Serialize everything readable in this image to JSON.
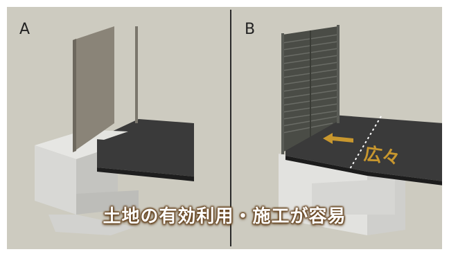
{
  "panels": {
    "a_label": "A",
    "b_label": "B"
  },
  "widen_label": "広々",
  "caption": "土地の有効利用・施工が容易",
  "colors": {
    "background": "#cdcbc0",
    "concrete": "#dcdcd9",
    "dark_surface": "#3a3a3a",
    "fence": "#4a4c46",
    "arrow": "#c8972e",
    "caption_outline": "#6b4a26"
  }
}
